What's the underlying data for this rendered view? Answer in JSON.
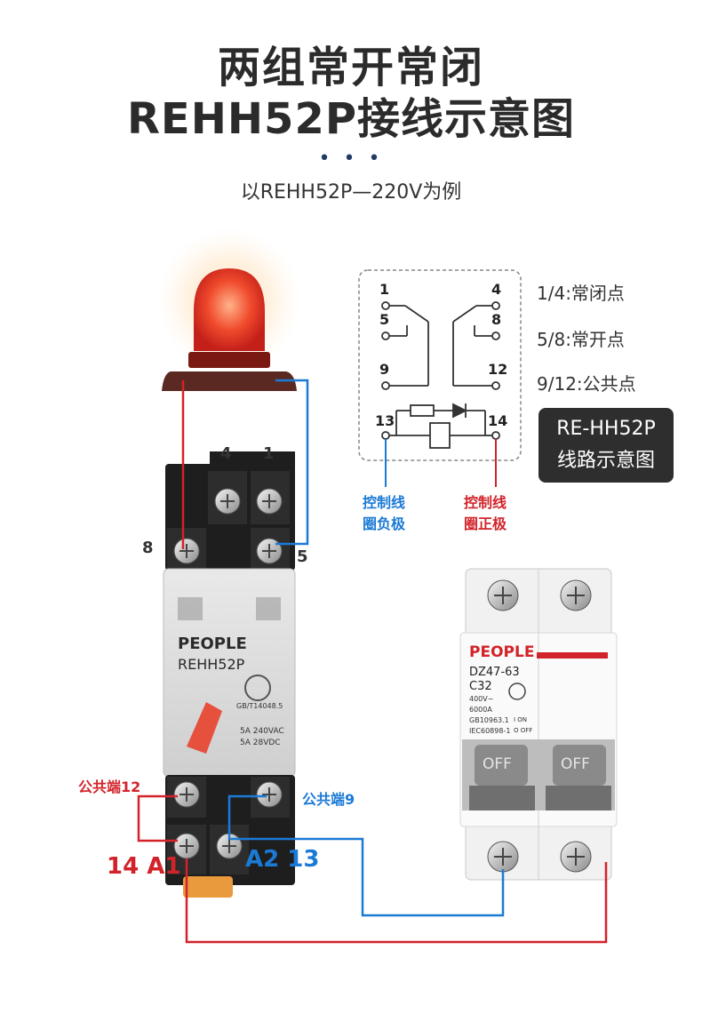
{
  "title_line1": "两组常开常闭",
  "title_line2": "REHH52P接线示意图",
  "dots": "• • •",
  "subtitle": "以REHH52P—220V为例",
  "legend": [
    "1/4:常闭点",
    "5/8:常开点",
    "9/12:公共点"
  ],
  "badge": {
    "line1": "RE-HH52P",
    "line2": "线路示意图"
  },
  "schematic_pins": {
    "p1": "1",
    "p4": "4",
    "p5": "5",
    "p8": "8",
    "p9": "9",
    "p12": "12",
    "p13": "13",
    "p14": "14"
  },
  "coil_neg_label": [
    "控制线",
    "圈负极"
  ],
  "coil_pos_label": [
    "控制线",
    "圈正极"
  ],
  "relay": {
    "brand": "PEOPLE",
    "model": "REHH52P",
    "cert": "GB/T14048.5",
    "rating1": "5A 240VAC",
    "rating2": "5A 28VDC",
    "top_terminal_4": "4",
    "top_terminal_1": "1",
    "side_8": "8",
    "side_5": "5",
    "common12": "公共端12",
    "common9": "公共端9",
    "bottom_left": "14 A1",
    "bottom_right": "A2 13"
  },
  "breaker": {
    "brand": "PEOPLE",
    "model": "DZ47-63",
    "rating": "C32",
    "voltage": "400V~",
    "capacity": "6000A",
    "std1": "GB10963.1",
    "std2": "IEC60898-1",
    "on": "I ON",
    "off": "O OFF",
    "switch_label": "OFF"
  },
  "colors": {
    "red_wire": "#d2232a",
    "blue_wire": "#1b7ad6",
    "brand_red": "#d2232a",
    "dark": "#2e2e2e"
  }
}
